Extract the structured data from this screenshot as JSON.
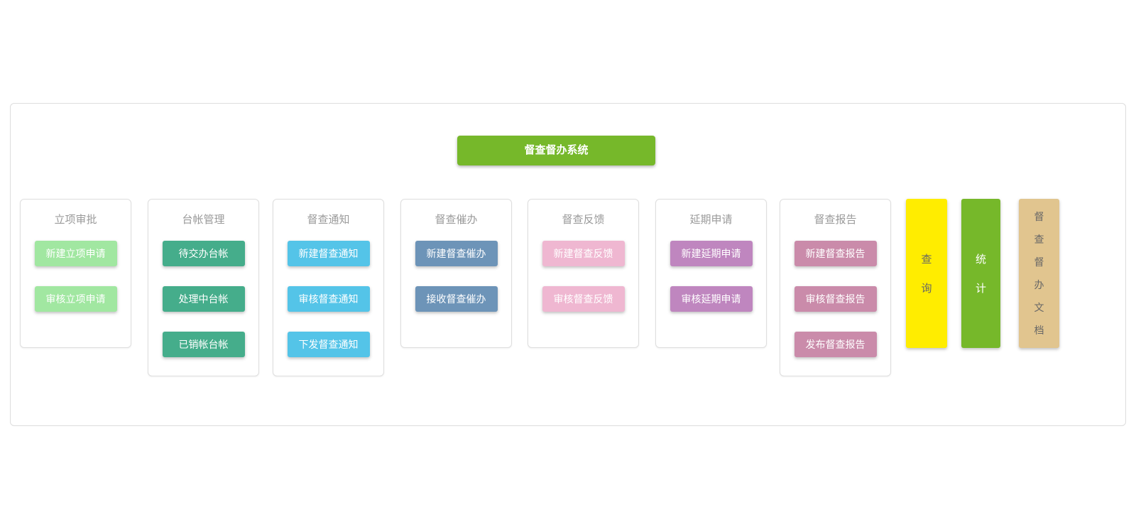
{
  "header": {
    "title": "督查督办系统",
    "color": "#76b82a",
    "text_color": "#ffffff"
  },
  "columns": [
    {
      "title": "立项审批",
      "button_color": "#a1e7a1",
      "text_color": "#ffffff",
      "buttons": [
        "新建立项申请",
        "审核立项申请"
      ]
    },
    {
      "title": "台帐管理",
      "button_color": "#45ad8b",
      "text_color": "#ffffff",
      "buttons": [
        "待交办台帐",
        "处理中台帐",
        "已销帐台帐"
      ]
    },
    {
      "title": "督查通知",
      "button_color": "#54c4e8",
      "text_color": "#ffffff",
      "buttons": [
        "新建督查通知",
        "审核督查通知",
        "下发督查通知"
      ]
    },
    {
      "title": "督查催办",
      "button_color": "#6d94b8",
      "text_color": "#ffffff",
      "buttons": [
        "新建督查催办",
        "接收督查催办"
      ]
    },
    {
      "title": "督查反馈",
      "button_color": "#efb7d1",
      "text_color": "#ffffff",
      "buttons": [
        "新建督查反馈",
        "审核督查反馈"
      ]
    },
    {
      "title": "延期申请",
      "button_color": "#bf86bf",
      "text_color": "#ffffff",
      "buttons": [
        "新建延期申请",
        "审核延期申请"
      ]
    },
    {
      "title": "督查报告",
      "button_color": "#ca8baa",
      "text_color": "#ffffff",
      "buttons": [
        "新建督查报告",
        "审核督查报告",
        "发布督查报告"
      ]
    }
  ],
  "side_buttons": [
    {
      "label": "查询",
      "color": "#ffed00",
      "text_color": "#666666"
    },
    {
      "label": "统计",
      "color": "#76b82a",
      "text_color": "#ffffff"
    },
    {
      "label": "督查督办文档",
      "color": "#e1c58f",
      "text_color": "#666666"
    }
  ]
}
